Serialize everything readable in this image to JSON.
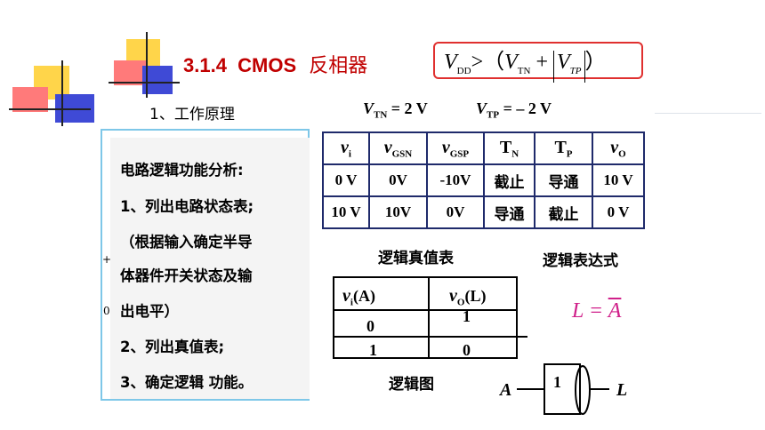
{
  "title": {
    "number": "3.1.4",
    "name": "CMOS",
    "name_cn": "反相器"
  },
  "condition": {
    "v": "V",
    "dd": "DD",
    "gt": ">（",
    "tn": "TN",
    "plus": "+",
    "tp": "TP",
    "close": "）"
  },
  "section1": "1、工作原理",
  "params": {
    "vtn": "= 2 V",
    "vtp": "= – 2 V"
  },
  "panel_lines": [
    "电路逻辑功能分析:",
    "1、列出电路状态表;",
    "（根据输入确定半导",
    "体器件开关状态及输",
    "出电平）",
    "2、列出真值表;",
    "3、确定逻辑 功能。"
  ],
  "state_table": {
    "headers": [
      {
        "v": "v",
        "sub": "i"
      },
      {
        "v": "v",
        "sub": "GSN"
      },
      {
        "v": "v",
        "sub": "GSP"
      },
      {
        "v": "T",
        "sub": "N"
      },
      {
        "v": "T",
        "sub": "P"
      },
      {
        "v": "v",
        "sub": "O"
      }
    ],
    "rows": [
      [
        "0 V",
        "0V",
        "-10V",
        "截止",
        "导通",
        "10 V"
      ],
      [
        "10 V",
        "10V",
        "0V",
        "导通",
        "截止",
        "0 V"
      ]
    ]
  },
  "truth_table_label": "逻辑真值表",
  "expression_label": "逻辑表达式",
  "truth_table": {
    "h1": {
      "v": "v",
      "sub": "i",
      "rest": "(A)"
    },
    "h2": {
      "v": "v",
      "sub": "O",
      "rest": "(L)"
    },
    "rows": [
      [
        "0",
        "1"
      ],
      [
        "1",
        "0"
      ]
    ]
  },
  "expression": {
    "lhs": "L =",
    "rhs": "A"
  },
  "logic_diagram_label": "逻辑图",
  "gate": {
    "input": "A",
    "output": "L",
    "symbol": "1"
  },
  "margin_marks": {
    "plus": "+",
    "zero": "0"
  },
  "colors": {
    "title": "#c00000",
    "expression": "#d0208a",
    "panel_border": "#7ec7e8",
    "table_border": "#1f2a6b"
  }
}
